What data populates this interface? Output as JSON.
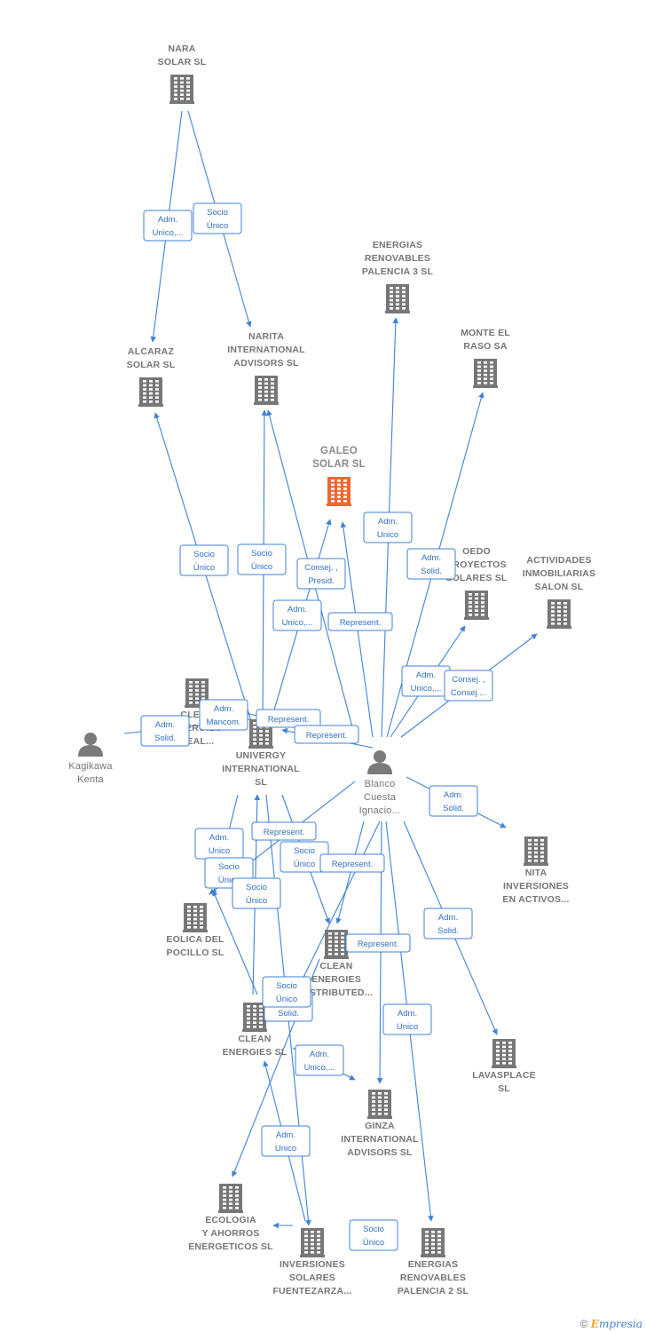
{
  "colors": {
    "edge": "#3f82d6",
    "building": "#777777",
    "building_main": "#f06632",
    "person": "#7a7a7a"
  },
  "nodes": [
    {
      "id": "nara",
      "type": "company",
      "lines": [
        "NARA",
        "SOLAR  SL"
      ]
    },
    {
      "id": "energias3",
      "type": "company",
      "lines": [
        "ENERGIAS",
        "RENOVABLES",
        "PALENCIA 3 SL"
      ]
    },
    {
      "id": "monte",
      "type": "company",
      "lines": [
        "MONTE EL",
        "RASO SA"
      ]
    },
    {
      "id": "alcaraz",
      "type": "company",
      "lines": [
        "ALCARAZ",
        "SOLAR SL"
      ]
    },
    {
      "id": "narita",
      "type": "company",
      "lines": [
        "NARITA",
        "INTERNATIONAL",
        "ADVISORS  SL"
      ]
    },
    {
      "id": "galeo",
      "type": "company",
      "main": true,
      "lines": [
        "GALEO",
        "SOLAR  SL"
      ]
    },
    {
      "id": "oedo",
      "type": "company",
      "lines": [
        "OEDO",
        "PROYECTOS",
        "SOLARES  SL"
      ]
    },
    {
      "id": "actividades",
      "type": "company",
      "lines": [
        "ACTIVIDADES",
        "INMOBILIARIAS",
        "SALON SL"
      ]
    },
    {
      "id": "clean_real",
      "type": "company",
      "lines": [
        "CLEAN",
        "ENERGIES",
        "REAL..."
      ]
    },
    {
      "id": "kagikawa",
      "type": "person",
      "lines": [
        "Kagikawa",
        "Kenta"
      ]
    },
    {
      "id": "univergy",
      "type": "company",
      "lines": [
        "UNIVERGY",
        "INTERNATIONAL",
        "SL"
      ]
    },
    {
      "id": "blanco",
      "type": "person",
      "lines": [
        "Blanco",
        "Cuesta",
        "Ignacio..."
      ]
    },
    {
      "id": "nita",
      "type": "company",
      "lines": [
        "NITA",
        "INVERSIONES",
        "EN ACTIVOS..."
      ]
    },
    {
      "id": "eolica",
      "type": "company",
      "lines": [
        "EOLICA DEL",
        "POCILLO SL"
      ]
    },
    {
      "id": "clean_distrib",
      "type": "company",
      "lines": [
        "CLEAN",
        "ENERGIES",
        "DISTRIBUTED..."
      ]
    },
    {
      "id": "clean_sl",
      "type": "company",
      "lines": [
        "CLEAN",
        "ENERGIES SL"
      ]
    },
    {
      "id": "lavasplace",
      "type": "company",
      "lines": [
        "LAVASPLACE",
        "SL"
      ]
    },
    {
      "id": "ginza",
      "type": "company",
      "lines": [
        "GINZA",
        "INTERNATIONAL",
        "ADVISORS  SL"
      ]
    },
    {
      "id": "ecologia",
      "type": "company",
      "lines": [
        "ECOLOGIA",
        "Y AHORROS",
        "ENERGETICOS SL"
      ]
    },
    {
      "id": "inversiones",
      "type": "company",
      "lines": [
        "INVERSIONES",
        "SOLARES",
        "FUENTEZARZA..."
      ]
    },
    {
      "id": "energias2",
      "type": "company",
      "lines": [
        "ENERGIAS",
        "RENOVABLES",
        "PALENCIA 2 SL"
      ]
    }
  ],
  "edges": [
    {
      "from": "nara",
      "to": "alcaraz",
      "label": [
        "Adm.",
        "Unico,..."
      ]
    },
    {
      "from": "nara",
      "to": "narita",
      "label": [
        "Socio",
        "Único"
      ]
    },
    {
      "from": "blanco",
      "to": "energias3",
      "label": [
        "Adm.",
        "Unico"
      ]
    },
    {
      "from": "blanco",
      "to": "monte",
      "label": [
        "Adm.",
        "Solid."
      ]
    },
    {
      "from": "univergy",
      "to": "alcaraz",
      "label": [
        "Socio",
        "Único"
      ]
    },
    {
      "from": "univergy",
      "to": "narita",
      "label": [
        "Socio",
        "Único"
      ]
    },
    {
      "from": "blanco",
      "to": "narita",
      "label": [
        "Consej. ,",
        "Presid."
      ]
    },
    {
      "from": "univergy",
      "to": "galeo",
      "label": [
        "Adm.",
        "Unico,..."
      ]
    },
    {
      "from": "blanco",
      "to": "galeo",
      "label": [
        "Represent."
      ]
    },
    {
      "from": "blanco",
      "to": "oedo",
      "label": [
        "Adm.",
        "Unico,..."
      ]
    },
    {
      "from": "blanco",
      "to": "actividades",
      "label": [
        "Consej. ,",
        "Consej...."
      ]
    },
    {
      "from": "kagikawa",
      "to": "univergy",
      "label": [
        "Adm.",
        "Solid."
      ]
    },
    {
      "from": "univergy",
      "to": "clean_real",
      "label": [
        "Adm.",
        "Mancom."
      ]
    },
    {
      "from": "blanco",
      "to": "clean_real",
      "label": [
        "Represent."
      ]
    },
    {
      "from": "blanco",
      "to": "univergy",
      "label": [
        "Represent."
      ]
    },
    {
      "from": "blanco",
      "to": "nita",
      "label": [
        "Adm.",
        "Solid."
      ]
    },
    {
      "from": "blanco",
      "to": "eolica",
      "label": [
        "Represent."
      ]
    },
    {
      "from": "univergy",
      "to": "eolica",
      "label": [
        "Adm.",
        "Unico"
      ]
    },
    {
      "from": "clean_sl",
      "to": "eolica",
      "label": [
        "Socio",
        "Único"
      ]
    },
    {
      "from": "clean_sl",
      "to": "univergy",
      "label": [
        "Socio",
        "Único"
      ]
    },
    {
      "from": "univergy",
      "to": "clean_distrib",
      "label": [
        "Socio",
        "Único"
      ]
    },
    {
      "from": "blanco",
      "to": "clean_distrib",
      "label": [
        "Represent."
      ]
    },
    {
      "from": "blanco",
      "to": "clean_sl",
      "label": [
        "Represent."
      ]
    },
    {
      "from": "blanco",
      "to": "lavasplace",
      "label": [
        "Adm.",
        "Solid."
      ]
    },
    {
      "from": "univergy",
      "to": "inversiones",
      "label": [
        "Adm.",
        "Solid."
      ]
    },
    {
      "from": "clean_distrib",
      "to": "ecologia",
      "label": [
        "Socio",
        "Único"
      ]
    },
    {
      "from": "clean_sl",
      "to": "ginza",
      "label": [
        "Adm.",
        "Unico,..."
      ]
    },
    {
      "from": "blanco",
      "to": "energias2",
      "label": [
        "Adm.",
        "Unico"
      ]
    },
    {
      "from": "inversiones",
      "to": "clean_sl",
      "label": [
        "Adm.",
        "Unico"
      ]
    },
    {
      "from": "blanco",
      "to": "ginza",
      "label": []
    },
    {
      "from": "inversiones",
      "to": "energias2",
      "label": [
        "Socio",
        "Único"
      ]
    },
    {
      "from": "inversiones",
      "to": "ecologia",
      "label": []
    }
  ],
  "brand": {
    "copyright": "©",
    "first_letter": "E",
    "rest": "mpresia"
  }
}
